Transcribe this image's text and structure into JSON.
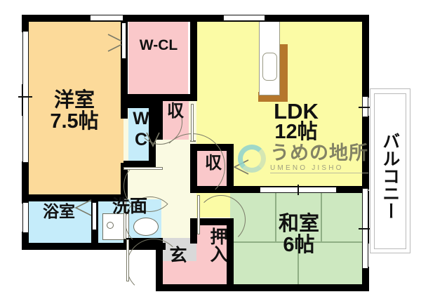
{
  "plan": {
    "type": "japanese-apartment-floor-plan",
    "layout_code": "2LDK",
    "rooms": [
      {
        "id": "washitsu",
        "label": "和室",
        "size": "6帖",
        "kind": "tatami"
      },
      {
        "id": "yoshitsu",
        "label": "洋室",
        "size": "7.5帖",
        "kind": "western"
      },
      {
        "id": "ldk",
        "label": "LDK",
        "size": "12帖",
        "kind": "living-dining-kitchen"
      },
      {
        "id": "wcl",
        "label": "W-CL",
        "kind": "walk-in-closet"
      },
      {
        "id": "wc",
        "label": "WC",
        "kind": "toilet"
      },
      {
        "id": "bath",
        "label": "浴室",
        "kind": "bathroom"
      },
      {
        "id": "senmen",
        "label": "洗面",
        "kind": "washroom"
      },
      {
        "id": "genkan",
        "label": "玄",
        "kind": "entrance"
      },
      {
        "id": "oshiire",
        "label": "押入",
        "kind": "closet"
      },
      {
        "id": "storage_top",
        "label": "収",
        "kind": "storage"
      },
      {
        "id": "storage_mid",
        "label": "収",
        "kind": "storage"
      },
      {
        "id": "balcony",
        "label": "バルコニー",
        "kind": "balcony"
      }
    ],
    "colors": {
      "western_room": "#fcda9a",
      "ldk": "#fbfba5",
      "tatami": "#cde8c0",
      "closet_pink": "#fac8ca",
      "water_blue": "#c5ecfa",
      "hallway": "#fafae2",
      "entrance_tile": "#d9d9d9",
      "wall": "#000000",
      "counter_wood": "#b5772c"
    }
  },
  "labels": {
    "washitsu_name": "和室",
    "washitsu_size": "6帖",
    "yoshitsu_name": "洋室",
    "yoshitsu_size": "7.5帖",
    "ldk_name": "LDK",
    "ldk_size": "12帖",
    "wcl": "W-CL",
    "wc_w": "W",
    "wc_c": "C",
    "bath": "浴室",
    "senmen": "洗面",
    "genkan": "玄",
    "oshiire": "押入",
    "storage_top": "収",
    "storage_mid": "収",
    "balcony": "バルコニー"
  },
  "watermark": {
    "jp": "うめの地所",
    "en": "UMENO JISHO",
    "logo_color": "#8fd3cf"
  }
}
